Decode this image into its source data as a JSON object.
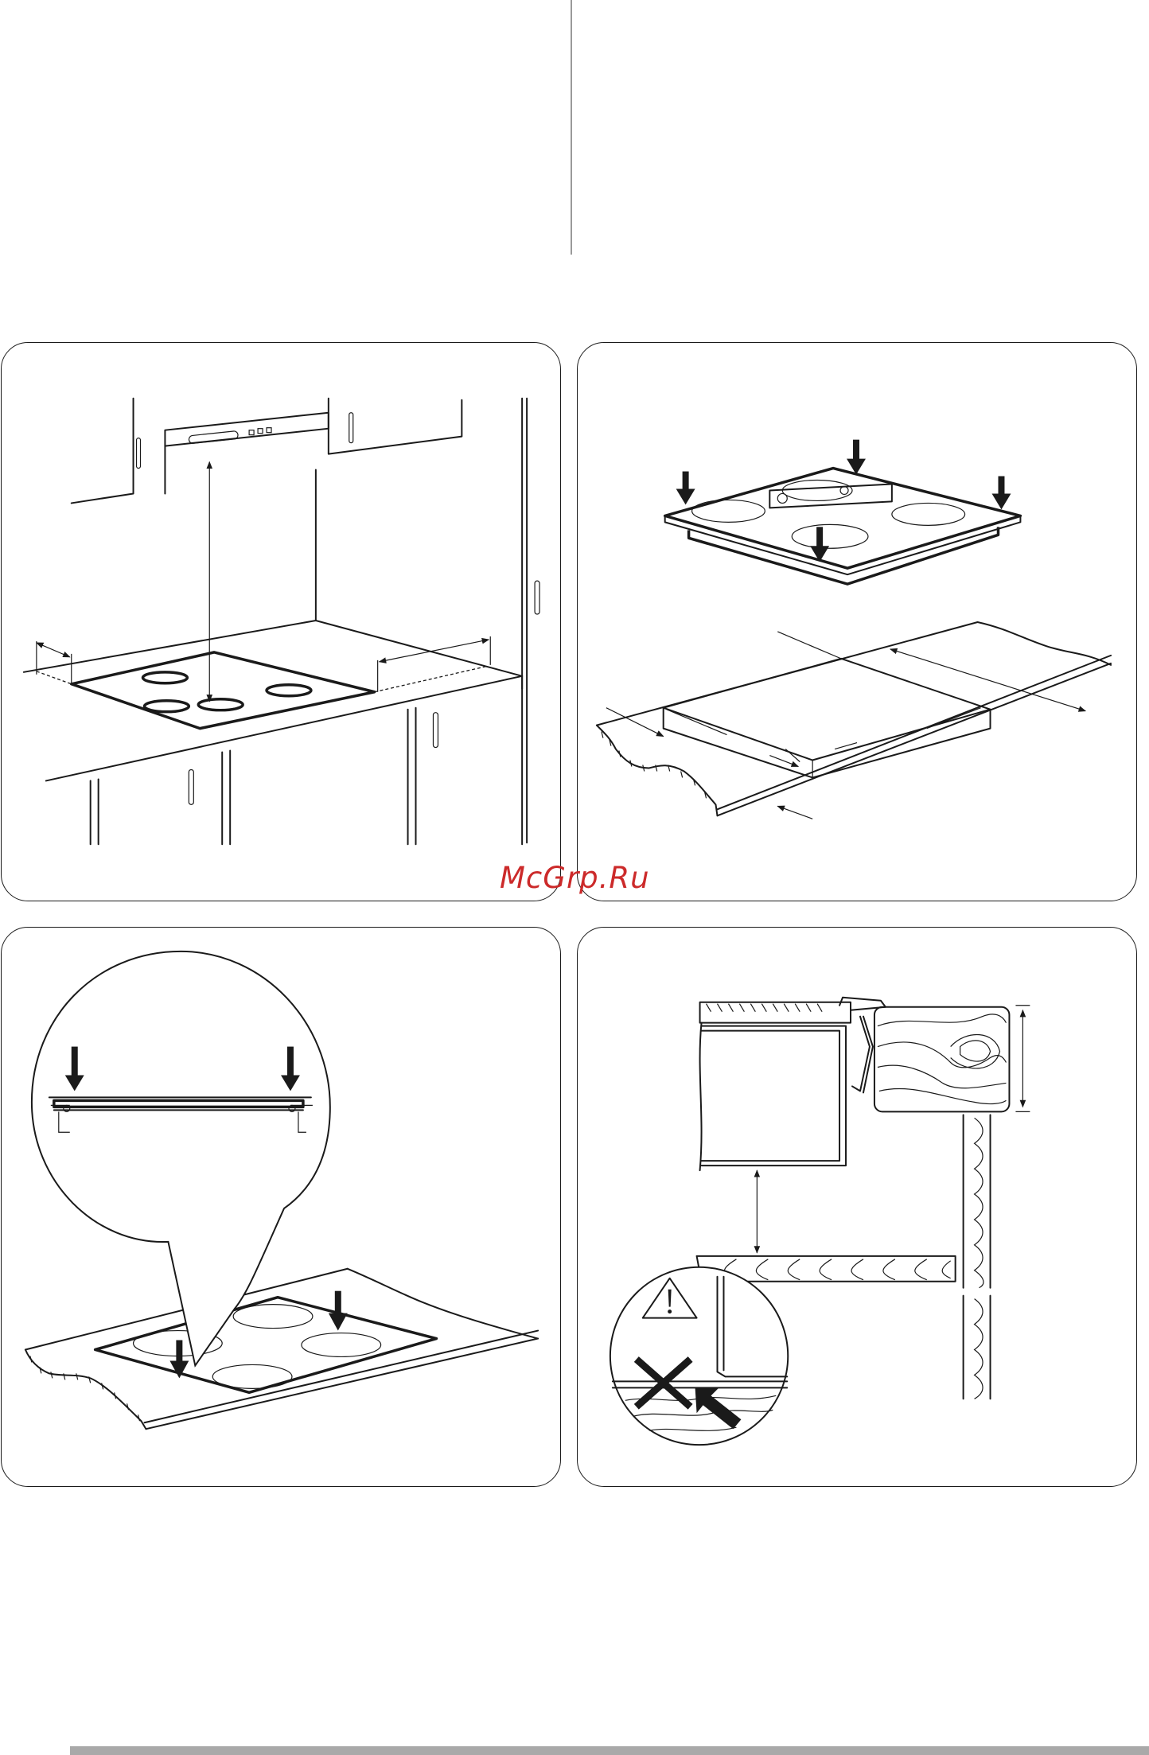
{
  "watermark": {
    "text": "McGrp.Ru",
    "color": "#cc2a2a"
  },
  "figures": [
    {
      "id": "hood-clearance",
      "icons": [
        "cooker-hood",
        "wall-cabinet",
        "hob",
        "worktop",
        "dimension-arrows"
      ]
    },
    {
      "id": "cutout-dimensions",
      "icons": [
        "hob",
        "down-arrow",
        "worktop-cutout",
        "dimension-arrows"
      ]
    },
    {
      "id": "seal-placement",
      "icons": [
        "magnifier-callout",
        "down-arrow",
        "hob-edge-seal",
        "worktop"
      ]
    },
    {
      "id": "under-hob-clearance",
      "icons": [
        "worktop-section",
        "hob-section",
        "shelf",
        "warning-triangle-icon",
        "cross-icon"
      ]
    }
  ],
  "colors": {
    "line": "#1a1a1a",
    "divider": "#9a9a9a",
    "footer": "#a9a9a9"
  }
}
